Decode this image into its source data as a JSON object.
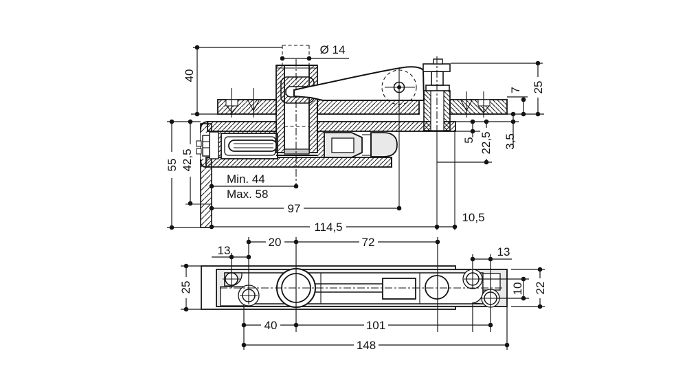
{
  "drawing": {
    "top_view": {
      "spindle_diameter": "Ø 14",
      "dim_40": "40",
      "dim_7": "7",
      "dim_25": "25",
      "dim_5": "5",
      "dim_22_5": "22,5",
      "dim_3_5": "3,5",
      "dim_55": "55",
      "dim_42_5": "42,5",
      "dim_min_44": "Min. 44",
      "dim_max_58": "Max. 58",
      "dim_97": "97",
      "dim_114_5": "114,5",
      "dim_10_5": "10,5"
    },
    "bottom_view": {
      "dim_13_left": "13",
      "dim_20": "20",
      "dim_72": "72",
      "dim_13_right": "13",
      "dim_25": "25",
      "dim_10": "10",
      "dim_22": "22",
      "dim_40": "40",
      "dim_101": "101",
      "dim_148": "148"
    }
  }
}
